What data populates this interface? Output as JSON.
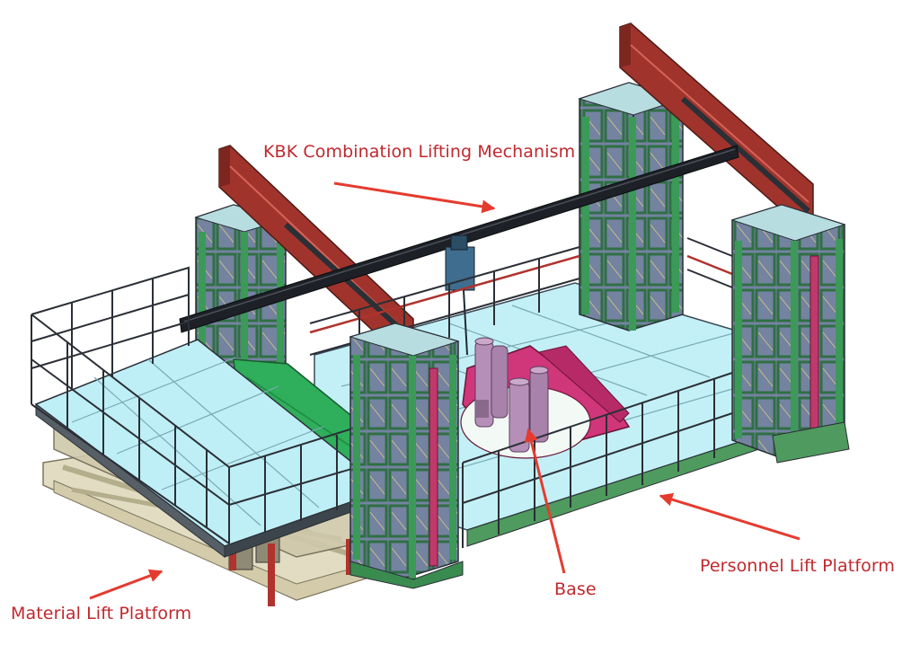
{
  "labels": {
    "kbk": "KBK Combination Lifting Mechanism",
    "material": "Material Lift Platform",
    "base": "Base",
    "personnel": "Personnel Lift Platform"
  },
  "colors": {
    "label_text": "#c0282d",
    "arrow": "#e53b2f",
    "frame_dark": "#2b2f36",
    "column_green": "#2e8b47",
    "column_panel": "#6f7e9a",
    "beam_red": "#a0342c",
    "floor_cyan": "#bfeff6",
    "floor_light": "#d6f6fb",
    "base_magenta": "#d0367a",
    "cylinder_purple": "#b68fb8",
    "scissor_beige": "#e2dcc2",
    "kbk_rail_black": "#1d2026",
    "green_platform": "#2fae5b"
  }
}
